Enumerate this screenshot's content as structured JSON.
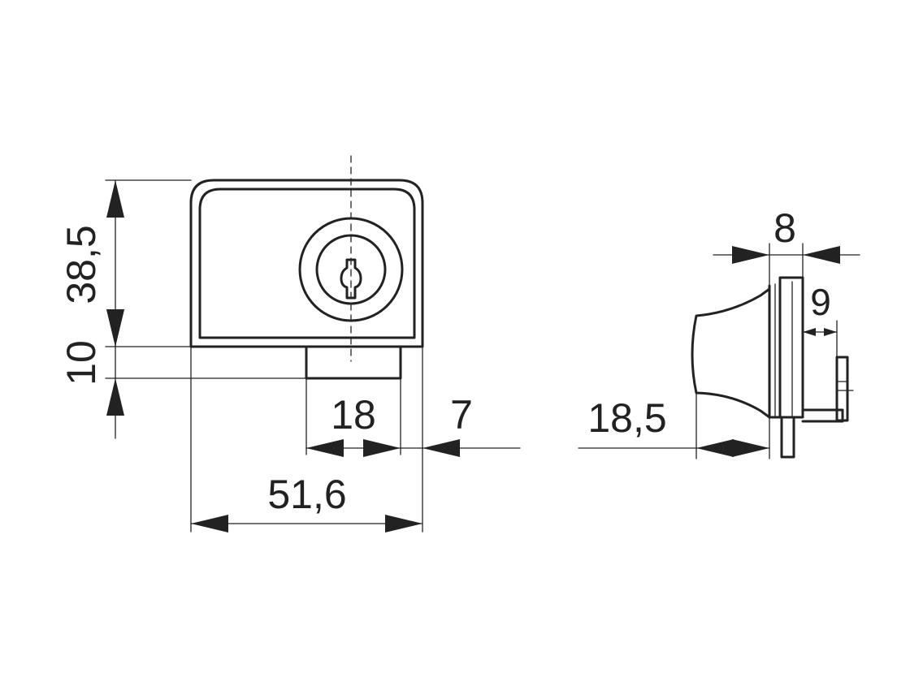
{
  "dimensions": {
    "height_body": "38,5",
    "height_bolt": "10",
    "bolt_width": "18",
    "bolt_offset": "7",
    "total_width": "51,6",
    "side_plate": "8",
    "side_gap": "9",
    "knob_depth": "18,5"
  },
  "colors": {
    "line": "#222222",
    "background": "#ffffff"
  }
}
